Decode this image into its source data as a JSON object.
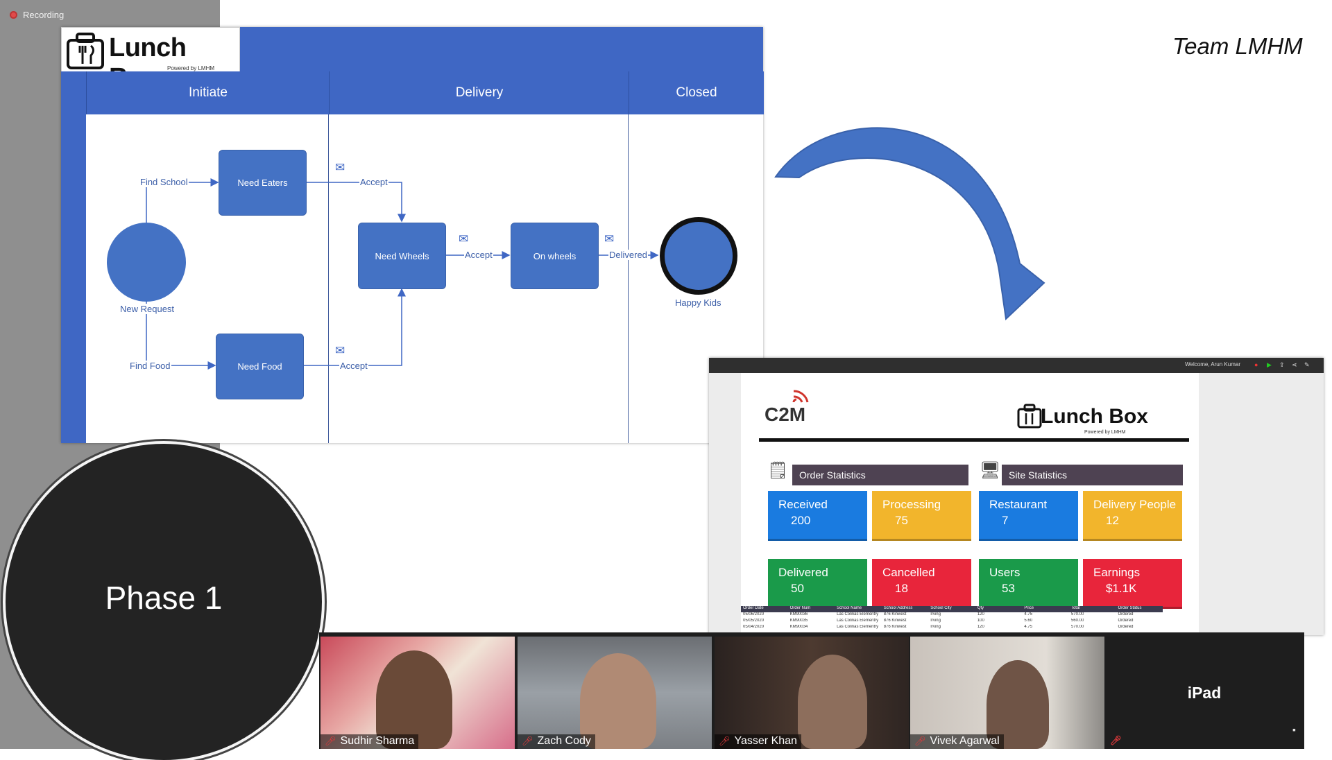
{
  "recording": {
    "label": "Recording"
  },
  "team": {
    "label": "Team LMHM"
  },
  "phase": {
    "label": "Phase 1"
  },
  "diagram": {
    "logo_title": "Lunch Box",
    "logo_subtitle": "Powered by LMHM",
    "lanes": [
      "Initiate",
      "Delivery",
      "Closed"
    ],
    "start_label": "New Request",
    "end_label": "Happy Kids",
    "processes": {
      "need_eaters": "Need Eaters",
      "need_food": "Need Food",
      "need_wheels": "Need Wheels",
      "on_wheels": "On wheels"
    },
    "flow_labels": {
      "find_school": "Find School",
      "find_food": "Find Food",
      "accept_top": "Accept",
      "accept_bottom": "Accept",
      "accept_mid": "Accept",
      "delivered": "Delivered"
    }
  },
  "dashboard": {
    "welcome": "Welcome, Arun Kumar",
    "brand_left": "C2M",
    "logo_title": "Lunch Box",
    "logo_subtitle": "Powered by LMHM",
    "order_stats_title": "Order Statistics",
    "site_stats_title": "Site Statistics",
    "tiles": [
      {
        "label": "Received",
        "value": "200",
        "color": "#1a7be0"
      },
      {
        "label": "Processing",
        "value": "75",
        "color": "#f2b52c"
      },
      {
        "label": "Restaurant",
        "value": "7",
        "color": "#1a7be0"
      },
      {
        "label": "Delivery People",
        "value": "12",
        "color": "#f2b52c"
      },
      {
        "label": "Delivered",
        "value": "50",
        "color": "#1a9a4a"
      },
      {
        "label": "Cancelled",
        "value": "18",
        "color": "#e8253b"
      },
      {
        "label": "Users",
        "value": "53",
        "color": "#1a9a4a"
      },
      {
        "label": "Earnings",
        "value": "$1.1K",
        "color": "#e8253b"
      }
    ],
    "table": {
      "headers": [
        "Order Date",
        "Order Num",
        "School Name",
        "School Address",
        "School City",
        "Qty",
        "Price",
        "Total",
        "Order Status"
      ],
      "rows": [
        [
          "05/06/2020",
          "KM90036",
          "Las Colinas Elementry",
          "876 Kinwest",
          "Irving",
          "120",
          "4.75",
          "570.00",
          "Ordered"
        ],
        [
          "05/05/2020",
          "KM90035",
          "Las Colinas Elementry",
          "876 Kinwest",
          "Irving",
          "100",
          "5.60",
          "560.00",
          "Ordered"
        ],
        [
          "05/04/2020",
          "KM90034",
          "Las Colinas Elementry",
          "876 Kinwest",
          "Irving",
          "120",
          "4.75",
          "570.00",
          "Ordered"
        ]
      ]
    }
  },
  "participants": [
    {
      "name": "Sudhir Sharma"
    },
    {
      "name": "Zach Cody"
    },
    {
      "name": "Yasser Khan"
    },
    {
      "name": "Vivek Agarwal"
    }
  ],
  "ipad": {
    "label": "iPad"
  },
  "colors": {
    "diagram_blue": "#4472c4",
    "lane_blue": "#3f67c4",
    "phase_bg": "#232323"
  }
}
